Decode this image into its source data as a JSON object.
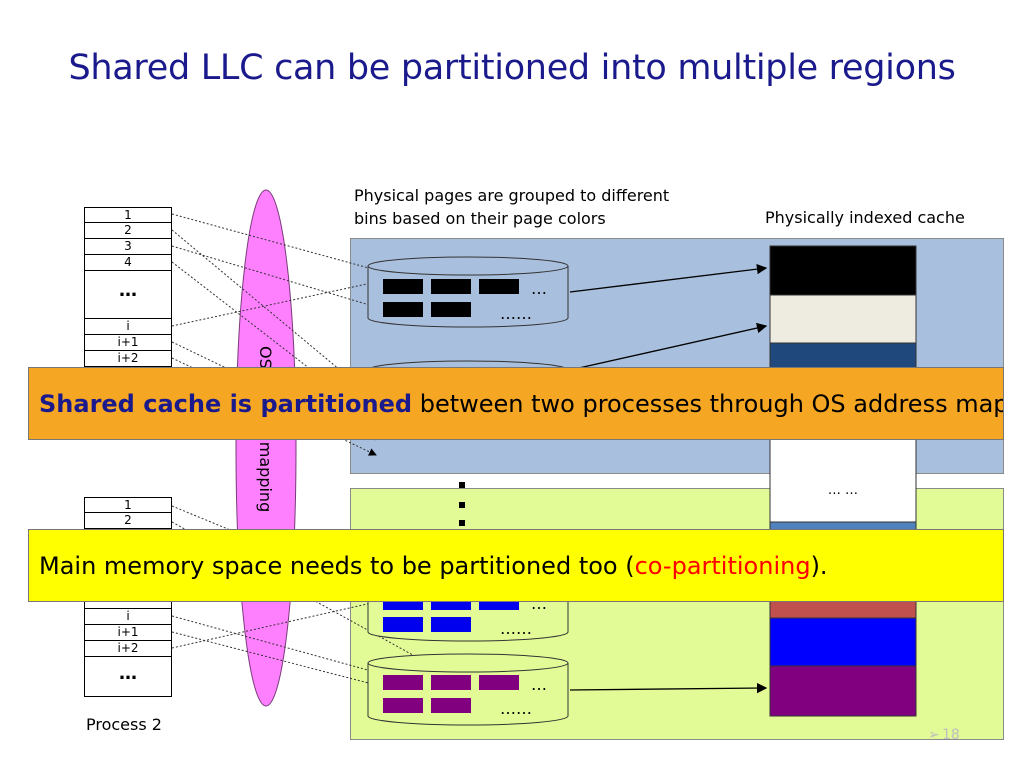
{
  "title": "Shared LLC can be partitioned into multiple regions",
  "captions": {
    "bins": [
      "Physical pages are grouped to different",
      "bins based on their page colors"
    ],
    "cache": "Physically indexed cache"
  },
  "process1": {
    "rows": [
      "1",
      "2",
      "3",
      "4",
      "…",
      "i",
      "i+1",
      "i+2"
    ]
  },
  "process2": {
    "rows": [
      "1",
      "2",
      "…",
      "i",
      "i+1",
      "i+2",
      "…"
    ],
    "label": "Process 2"
  },
  "os_label": "OS address mapping",
  "banner1": {
    "bold": "Shared cache is partitioned",
    "rest": " between two processes through OS address mapping."
  },
  "banner2": {
    "pre": "Main memory space needs to be partitioned too (",
    "highlight": "co-partitioning",
    "post": ")."
  },
  "bin_ellipsis": [
    "…",
    "……"
  ],
  "cache_ellipsis": "… …",
  "slide_number": "18",
  "colors": {
    "title": "#1a1a8c",
    "banner": "#f5a623",
    "banner2": "#ffff00",
    "region_top": "#a8bfdd",
    "region_bottom": "#e2fb96",
    "os_oval": "#ff80ff"
  }
}
